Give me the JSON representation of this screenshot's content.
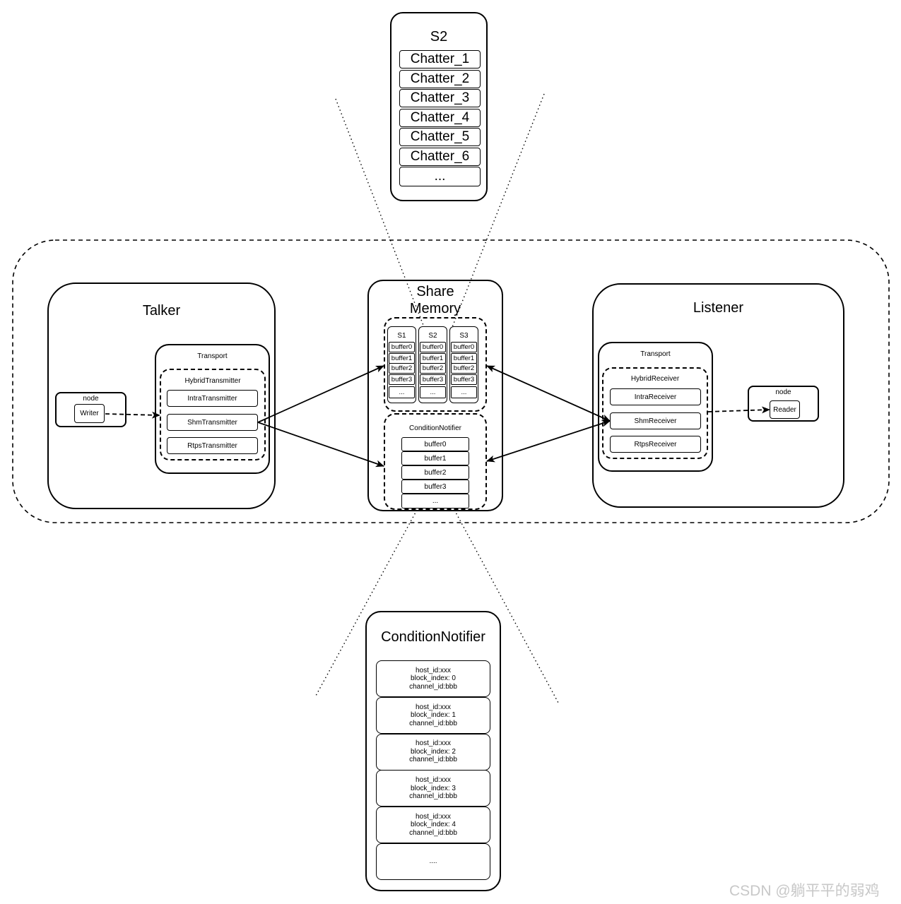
{
  "s2_panel": {
    "title": "S2",
    "items": [
      "Chatter_1",
      "Chatter_2",
      "Chatter_3",
      "Chatter_4",
      "Chatter_5",
      "Chatter_6",
      "..."
    ]
  },
  "talker": {
    "title": "Talker",
    "node": {
      "label": "node",
      "writer": "Writer"
    },
    "transport": {
      "label": "Transport",
      "hybrid": "HybridTransmitter",
      "items": [
        "IntraTransmitter",
        "ShmTransmitter",
        "RtpsTransmitter"
      ]
    }
  },
  "share_memory": {
    "title_line1": "Share",
    "title_line2": "Memory",
    "segments": [
      {
        "name": "S1",
        "buffers": [
          "buffer0",
          "buffer1",
          "buffer2",
          "buffer3",
          "..."
        ]
      },
      {
        "name": "S2",
        "buffers": [
          "buffer0",
          "buffer1",
          "buffer2",
          "buffer3",
          "..."
        ]
      },
      {
        "name": "S3",
        "buffers": [
          "buffer0",
          "buffer1",
          "buffer2",
          "buffer3",
          "..."
        ]
      }
    ],
    "condition_notifier": {
      "label": "ConditionNotifier",
      "buffers": [
        "buffer0",
        "buffer1",
        "buffer2",
        "buffer3",
        "..."
      ]
    }
  },
  "listener": {
    "title": "Listener",
    "node": {
      "label": "node",
      "reader": "Reader"
    },
    "transport": {
      "label": "Transport",
      "hybrid": "HybridReceiver",
      "items": [
        "IntraReceiver",
        "ShmReceiver",
        "RtpsReceiver"
      ]
    }
  },
  "condition_notifier_panel": {
    "title": "ConditionNotifier",
    "blocks": [
      "host_id:xxx\nblock_index: 0\nchannel_id:bbb",
      "host_id:xxx\nblock_index: 1\nchannel_id:bbb",
      "host_id:xxx\nblock_index: 2\nchannel_id:bbb",
      "host_id:xxx\nblock_index: 3\nchannel_id:bbb",
      "host_id:xxx\nblock_index: 4\nchannel_id:bbb",
      "...."
    ]
  },
  "watermark": "CSDN @躺平平的弱鸡"
}
